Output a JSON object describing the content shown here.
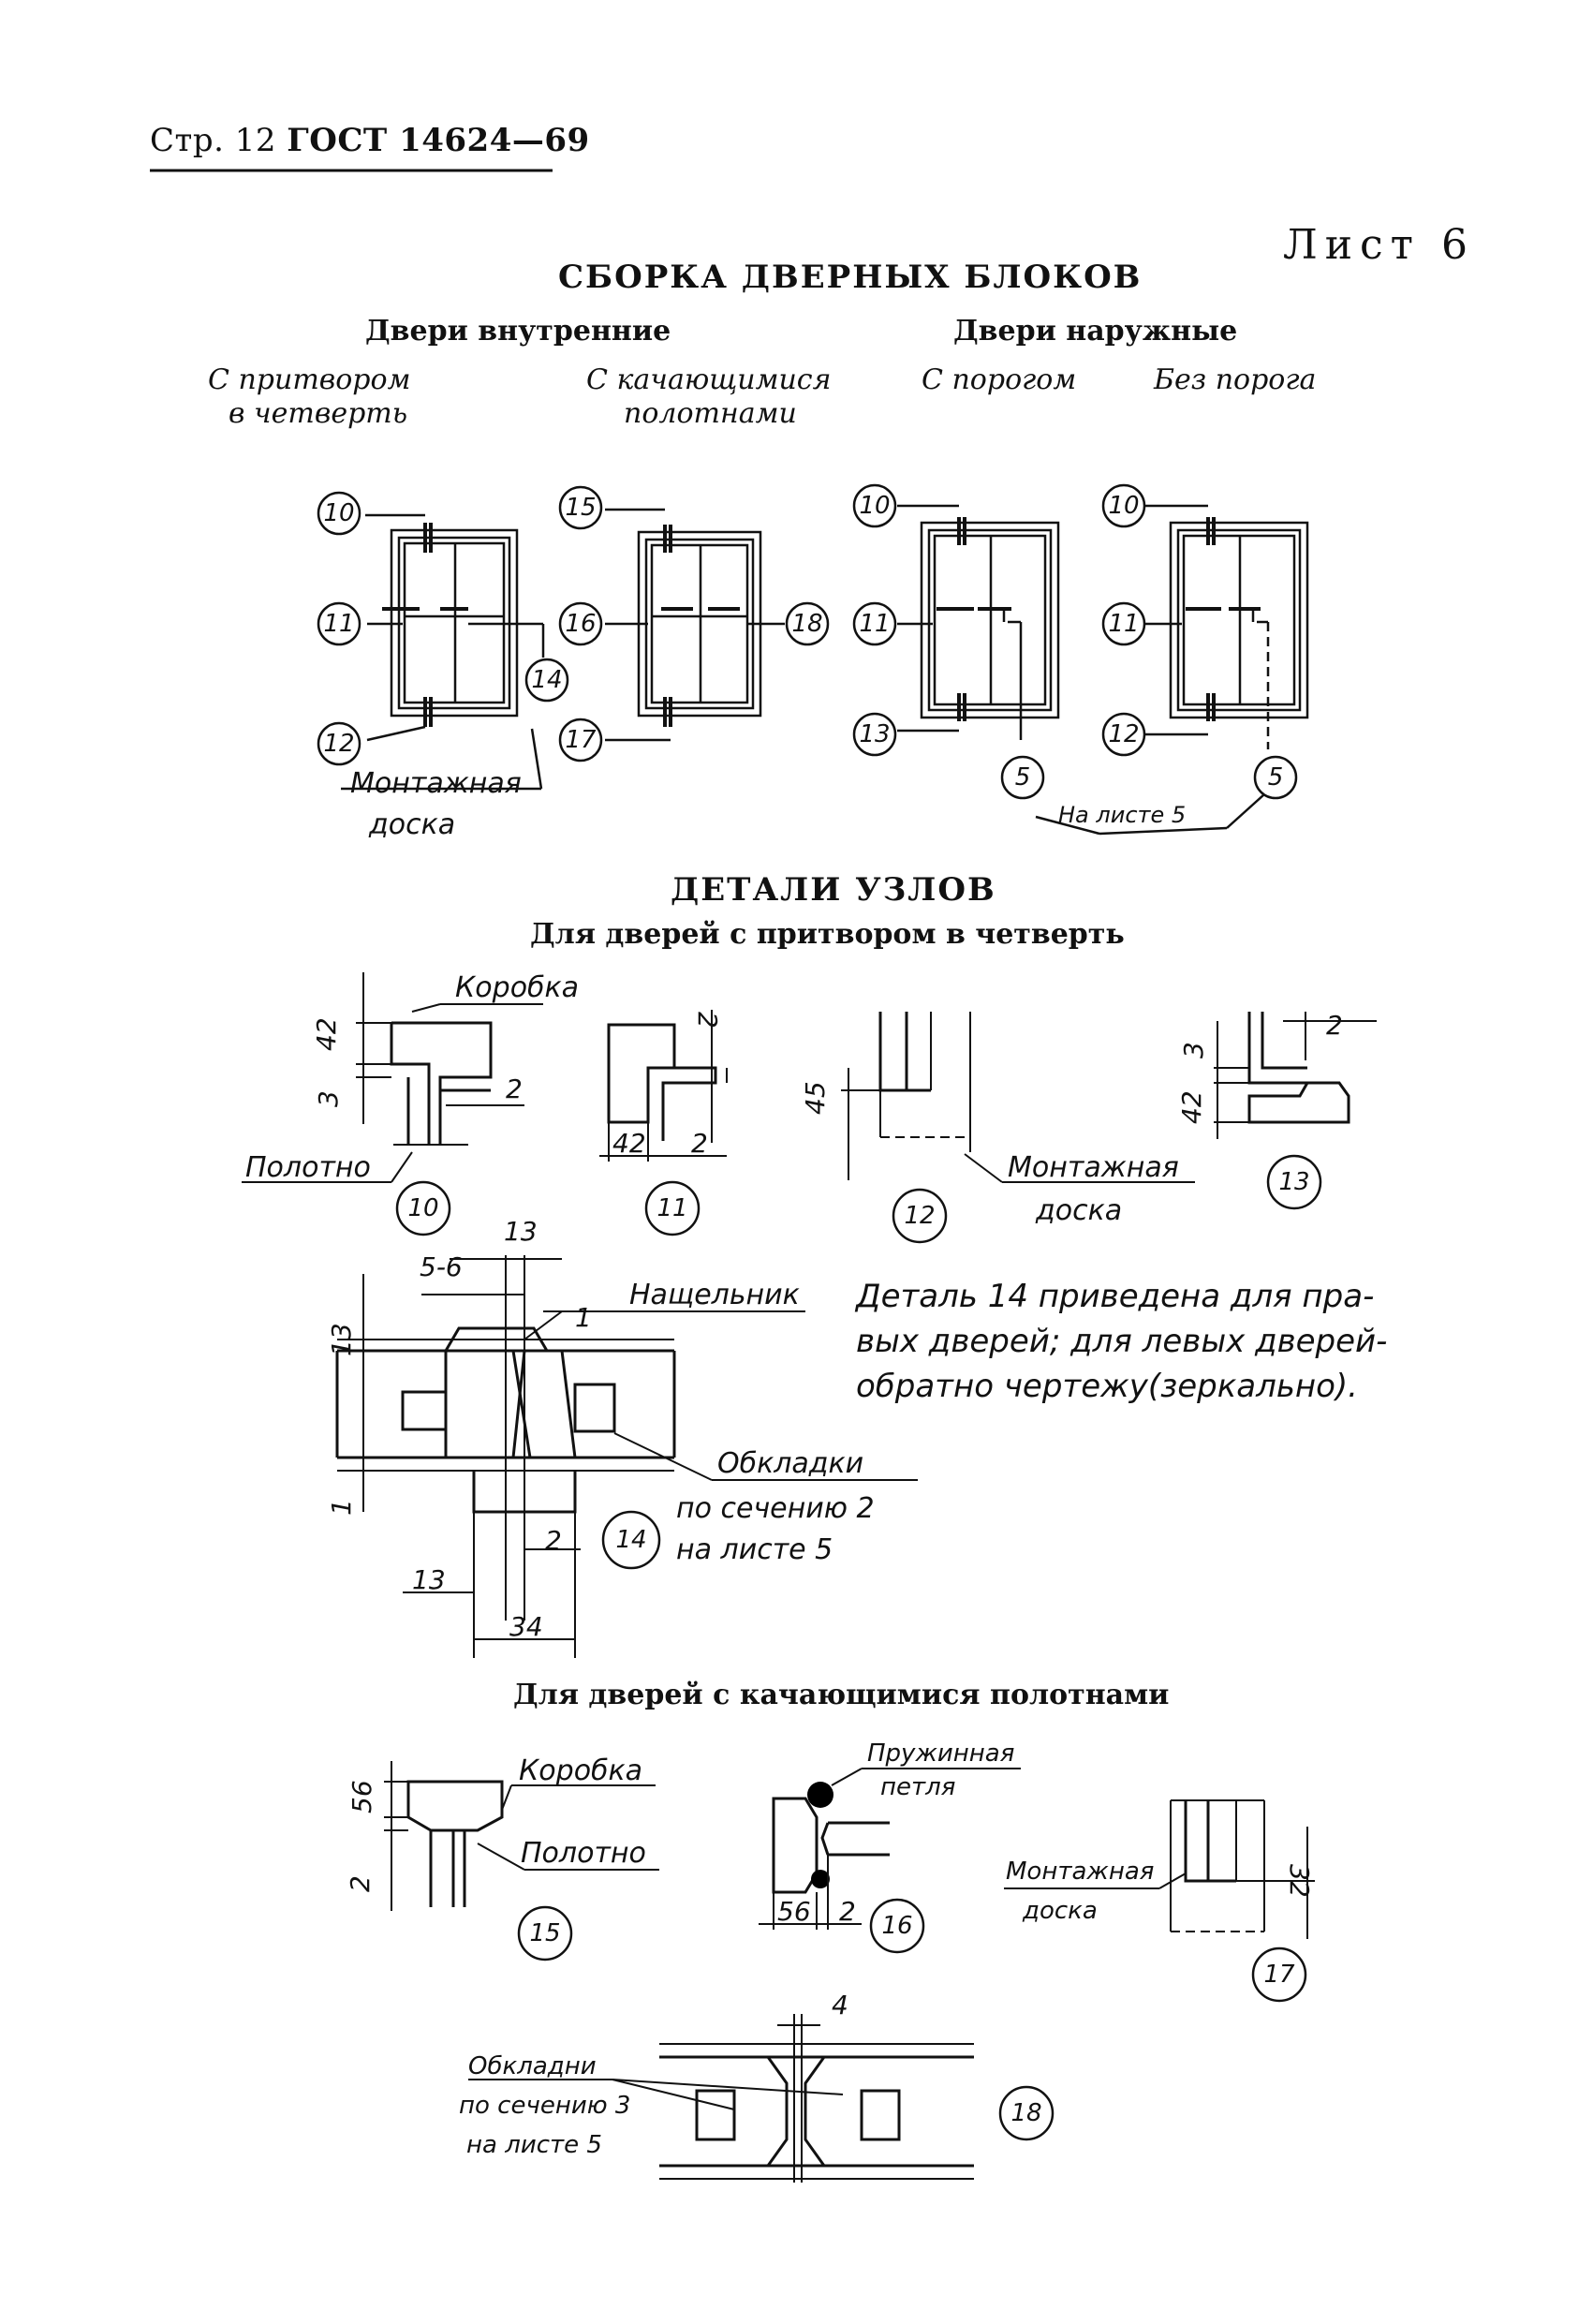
{
  "header": {
    "page_label": "Стр. 12",
    "standard": "ГОСТ 14624—69"
  },
  "sheet": "Лист 6",
  "title_assembly": "СБОРКА ДВЕРНЫХ БЛОКОВ",
  "groups": {
    "internal": "Двери внутренние",
    "external": "Двери наружные"
  },
  "subtypes": {
    "rebate_line1": "С притвором",
    "rebate_line2": "в четверть",
    "swing_line1": "С качающимися",
    "swing_line2": "полотнами",
    "threshold": "С порогом",
    "no_threshold": "Без порога"
  },
  "assembly_callouts": {
    "block1": [
      "10",
      "11",
      "12",
      "14"
    ],
    "block2": [
      "15",
      "16",
      "17",
      "18"
    ],
    "block3": [
      "10",
      "11",
      "13",
      "5"
    ],
    "block4": [
      "10",
      "11",
      "12",
      "5"
    ]
  },
  "assembly_labels": {
    "mount_board_1": "Монтажная",
    "mount_board_2": "доска",
    "on_sheet5": "На листе 5"
  },
  "title_details": "ДЕТАЛИ УЗЛОВ",
  "subtitle_rebate": "Для дверей с притвором в четверть",
  "subtitle_swing": "Для дверей с качающимися полотнами",
  "detail_labels": {
    "box": "Коробка",
    "leaf": "Полотно",
    "mount_board_1": "Монтажная",
    "mount_board_2": "доска",
    "batten": "Нащельник",
    "trim_1": "Обкладки",
    "trim_2": "по сечению 2",
    "trim_3": "на листе 5",
    "swing_box": "Коробка",
    "swing_leaf": "Полотно",
    "spring_hinge_1": "Пружинная",
    "spring_hinge_2": "петля",
    "swing_mount_1": "Монтажная",
    "swing_mount_2": "доска",
    "trim18_1": "Обкладни",
    "trim18_2": "по сечению 3",
    "trim18_3": "на листе 5"
  },
  "note_14": [
    "Деталь 14 приведена для пра-",
    "вых дверей; для левых дверей-",
    "обратно чертежу(зеркально)."
  ],
  "dimensions": {
    "d10_a": "42",
    "d10_b": "3",
    "d10_c": "2",
    "d11_a": "2",
    "d11_b": "42",
    "d11_c": "2",
    "d12_a": "45",
    "d13_a": "3",
    "d13_b": "42",
    "d13_c": "2",
    "d14_top": "13",
    "d14_gap": "5-6",
    "d14_left": "13",
    "d14_one_top": "1",
    "d14_one_left": "1",
    "d14_two": "2",
    "d14_bottom13": "13",
    "d14_34": "34",
    "d15_a": "56",
    "d15_b": "2",
    "d16_a": "56",
    "d16_b": "2",
    "d17_a": "32",
    "d18_a": "4"
  },
  "detail_callouts": [
    "10",
    "11",
    "12",
    "13",
    "14",
    "15",
    "16",
    "17",
    "18"
  ]
}
